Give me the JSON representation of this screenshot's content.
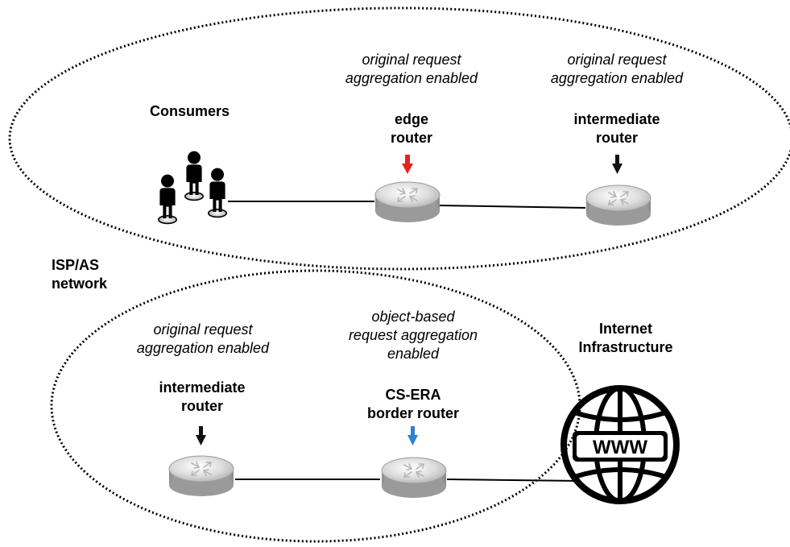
{
  "labels": {
    "consumers": "Consumers",
    "isp_network": [
      "ISP/AS",
      "network"
    ],
    "internet_infrastructure": [
      "Internet",
      "Infrastructure"
    ],
    "www_text": "WWW"
  },
  "routers": [
    {
      "id": "edge-router",
      "name": [
        "edge",
        "router"
      ],
      "note": [
        "original request",
        "aggregation enabled"
      ],
      "arrow_color": "#e8211c"
    },
    {
      "id": "intermediate-router-top",
      "name": [
        "intermediate",
        "router"
      ],
      "note": [
        "original request",
        "aggregation enabled"
      ],
      "arrow_color": "#111111"
    },
    {
      "id": "intermediate-router-bottom",
      "name": [
        "intermediate",
        "router"
      ],
      "note": [
        "original request",
        "aggregation enabled"
      ],
      "arrow_color": "#111111"
    },
    {
      "id": "cs-era-border-router",
      "name": [
        "CS-ERA",
        "border router"
      ],
      "note": [
        "object-based",
        "request aggregation",
        "enabled"
      ],
      "arrow_color": "#2f7fd6"
    }
  ]
}
